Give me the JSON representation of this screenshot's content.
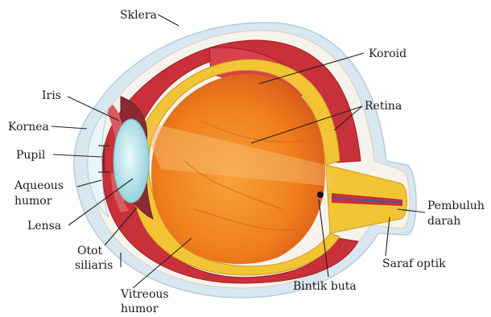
{
  "labels": {
    "sklera": "Sklera",
    "koroid": "Koroid",
    "iris": "Iris",
    "retina": "Retina",
    "kornea": "Kornea",
    "pupil": "Pupil",
    "aqueous_1": "Aqueous",
    "aqueous_2": "humor",
    "pembuluh_1": "Pembuluh",
    "pembuluh_2": "darah",
    "lensa": "Lensa",
    "otot_1": "Otot",
    "otot_2": "siliaris",
    "saraf": "Saraf optik",
    "bintik": "Bintik buta",
    "vitreous_1": "Vitreous",
    "vitreous_2": "humor"
  },
  "colors": {
    "outer_shell": "#d8e7f0",
    "sclera": "#f6f3ec",
    "choroid": "#c8303a",
    "retina": "#f3c534",
    "interior": "#f08a1e",
    "lens": "#bfe7ec",
    "leader": "#222222"
  }
}
